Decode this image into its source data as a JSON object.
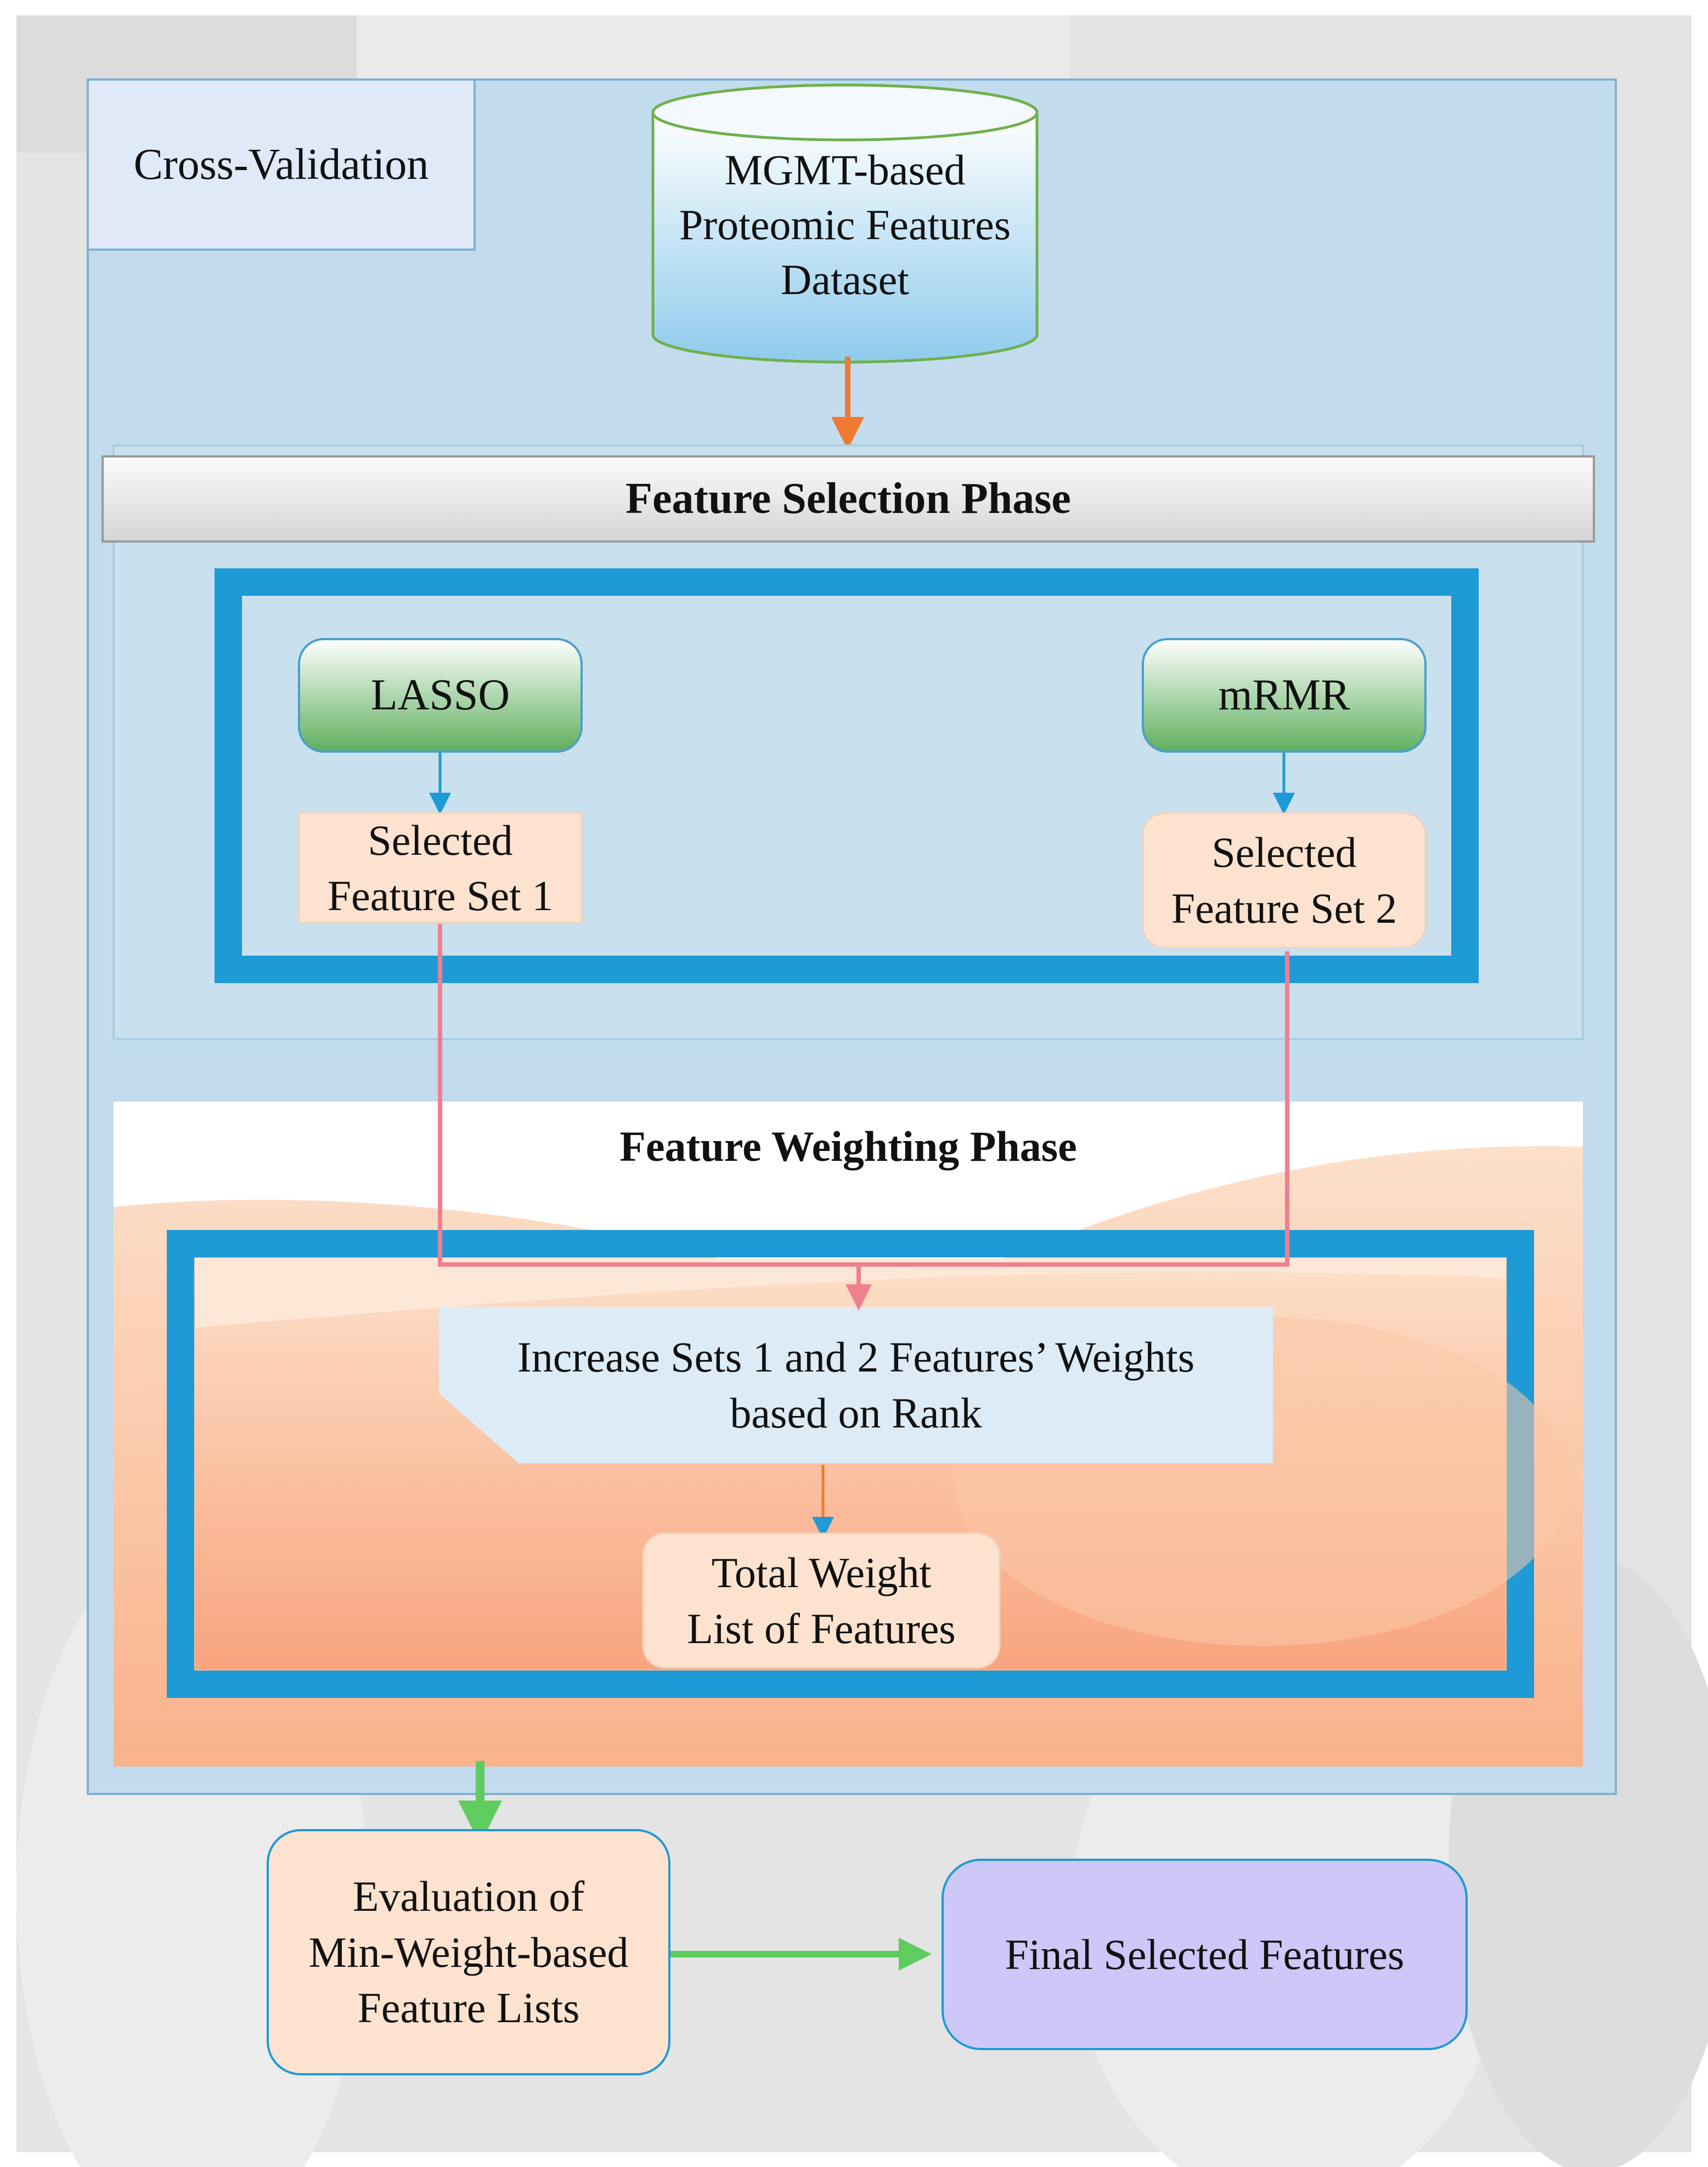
{
  "labels": {
    "cross_validation": "Cross-Validation",
    "dataset": "MGMT-based\nProteomic Features\nDataset",
    "feature_selection_phase": "Feature Selection Phase",
    "lasso": "LASSO",
    "mrmr": "mRMR",
    "selected_set_1": "Selected\nFeature Set 1",
    "selected_set_2": "Selected\nFeature Set 2",
    "feature_weighting_phase": "Feature Weighting Phase",
    "increase_weights": "Increase Sets 1 and 2 Features’ Weights\nbased on Rank",
    "total_weight": "Total Weight\nList of Features",
    "evaluation": "Evaluation of\nMin-Weight-based\nFeature Lists",
    "final_selected": "Final Selected Features"
  },
  "colors": {
    "cross_validation_fill": "#c2dced",
    "blue_frame": "#1e9ad6",
    "green_node": "#5faf5f",
    "orange_arrow": "#f07a32",
    "pink_line": "#f07f90",
    "green_arrow": "#5fcc5f",
    "peach_box": "#fde3cf",
    "final_box": "#cdc8f8"
  }
}
